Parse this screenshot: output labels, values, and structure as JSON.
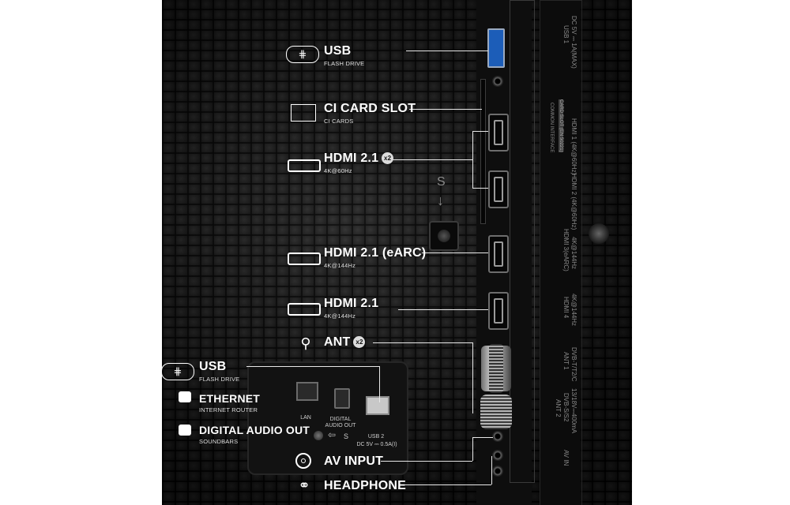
{
  "labels": {
    "usb_top": {
      "title": "USB",
      "sub": "FLASH DRIVE"
    },
    "ci_slot": {
      "title": "CI CARD SLOT",
      "sub": "CI CARDS"
    },
    "hdmi_a": {
      "title": "HDMI 2.1",
      "badge": "x2",
      "sub": "4K@60Hz"
    },
    "hdmi_earc": {
      "title": "HDMI 2.1 (eARC)",
      "sub": "4K@144Hz"
    },
    "hdmi_b": {
      "title": "HDMI 2.1",
      "sub": "4K@144Hz"
    },
    "ant": {
      "title": "ANT",
      "badge": "x2"
    },
    "usb_bottom": {
      "title": "USB",
      "sub": "FLASH DRIVE"
    },
    "ethernet": {
      "title": "ETHERNET",
      "sub": "INTERNET ROUTER"
    },
    "digital_audio": {
      "title": "DIGITAL AUDIO OUT",
      "sub": "SOUNDBARS"
    },
    "av_input": {
      "title": "AV INPUT"
    },
    "headphone": {
      "title": "HEADPHONE"
    }
  },
  "panel_text": {
    "usb1": "USB 1",
    "usb1_power": "DC 5V ⎓ 1A(MAX)",
    "common_interface": "COMMON INTERFACE",
    "card_slot_note": "CARD SLOT (EN 50221)",
    "hdmi1": "HDMI 1 (4K@60Hz)",
    "hdmi2": "HDMI 2 (4K@60Hz)",
    "hdmi3": "HDMI 3(eARC)",
    "hdmi3_rate": "4K@144Hz",
    "hdmi4": "HDMI 4",
    "hdmi4_rate": "4K@144Hz",
    "ant1": "ANT 1",
    "ant1_type": "DVB-T/T2/C",
    "ant2": "ANT 2",
    "ant2_type": "DVB-S/S2",
    "ant2_power": "13/18V⎓400mA",
    "av_in": "AV IN",
    "s_marker": "S",
    "lan": "LAN",
    "digital_audio_out": "DIGITAL AUDIO OUT",
    "usb2": "USB 2",
    "usb2_power": "DC 5V ⎓ 0.5A(I)",
    "s_arrow": "S"
  }
}
